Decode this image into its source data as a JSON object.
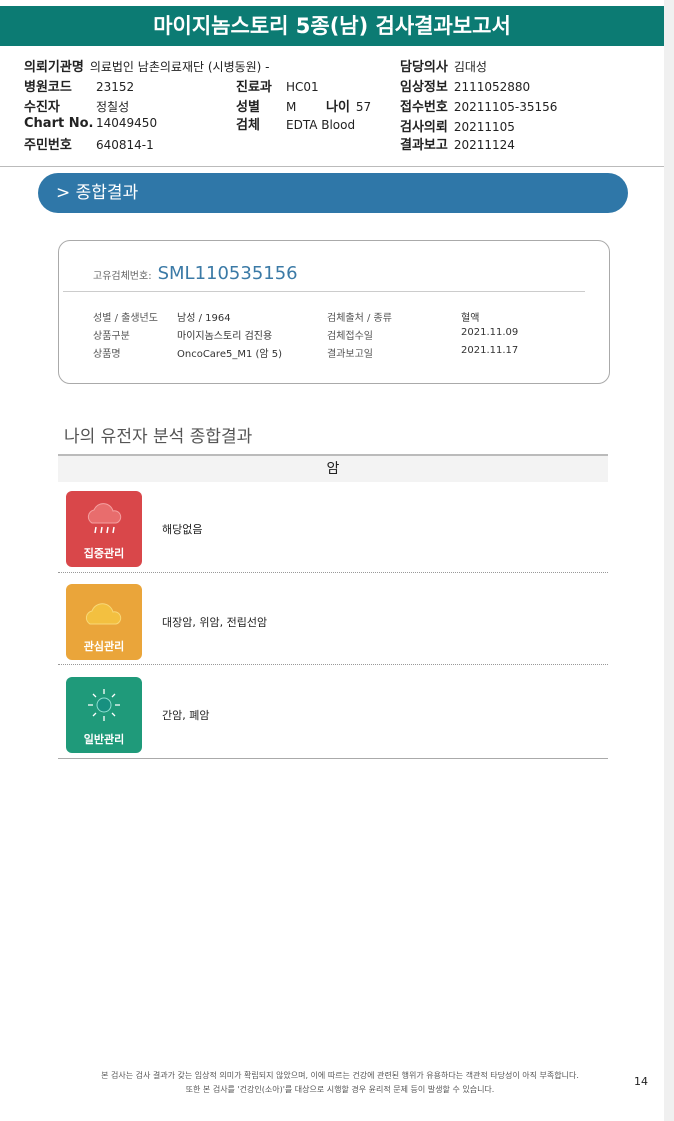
{
  "title": "마이지놈스토리 5종(남) 검사결과보고서",
  "header": {
    "institution_label": "의뢰기관명",
    "institution": "의료법인 남촌의료재단 (시병동원) -",
    "doctor_label": "담당의사",
    "doctor": "김대성",
    "hospital_code_label": "병원코드",
    "hospital_code": "23152",
    "dept_label": "진료과",
    "dept": "HC01",
    "clinical_label": "임상정보",
    "clinical": "2111052880",
    "patient_label": "수진자",
    "patient": "정칠성",
    "sex_label": "성별",
    "sex": "M",
    "age_label": "나이",
    "age": "57",
    "receipt_label": "접수번호",
    "receipt": "20211105-35156",
    "chart_label": "Chart No.",
    "chart": "14049450",
    "specimen_label": "검체",
    "specimen": "EDTA Blood",
    "request_label": "검사의뢰",
    "request": "20211105",
    "id_label": "주민번호",
    "id": "640814-1",
    "report_label": "결과보고",
    "report": "20211124"
  },
  "banner": "> 종합결과",
  "card": {
    "sml_label": "고유검체번호:",
    "sml": "SML110535156",
    "rows": [
      {
        "l1": "성별 / 출생년도",
        "v1": "남성 / 1964",
        "l2": "검체출처 / 종류",
        "v2": "혈액"
      },
      {
        "l1": "상품구분",
        "v1": "마이지놈스토리 검진용",
        "l2": "검체접수일",
        "v2": "2021.11.09"
      },
      {
        "l1": "상품명",
        "v1": "OncoCare5_M1 (암 5)",
        "l2": "결과보고일",
        "v2": "2021.11.17"
      }
    ]
  },
  "section_title": "나의 유전자 분석 종합결과",
  "category": "암",
  "results": [
    {
      "label": "집중관리",
      "icon": "rain-cloud-icon",
      "color": "#d9474a",
      "text": "해당없음"
    },
    {
      "label": "관심관리",
      "icon": "cloud-icon",
      "color": "#eaa53a",
      "text": "대장암, 위암, 전립선암"
    },
    {
      "label": "일반관리",
      "icon": "sun-icon",
      "color": "#1f9a7a",
      "text": "간암, 폐암"
    }
  ],
  "footer": [
    "본 검사는 검사 결과가 갖는 임상적 의미가 확립되지 않았으며, 이에 따르는 건강에 관련된 행위가 유용하다는 객관적 타당성이 아직 부족합니다.",
    "또한 본 검사를 '건강인(소아)'를 대상으로 시행할 경우 윤리적 문제 등이 발생할 수 있습니다."
  ],
  "page": "14"
}
